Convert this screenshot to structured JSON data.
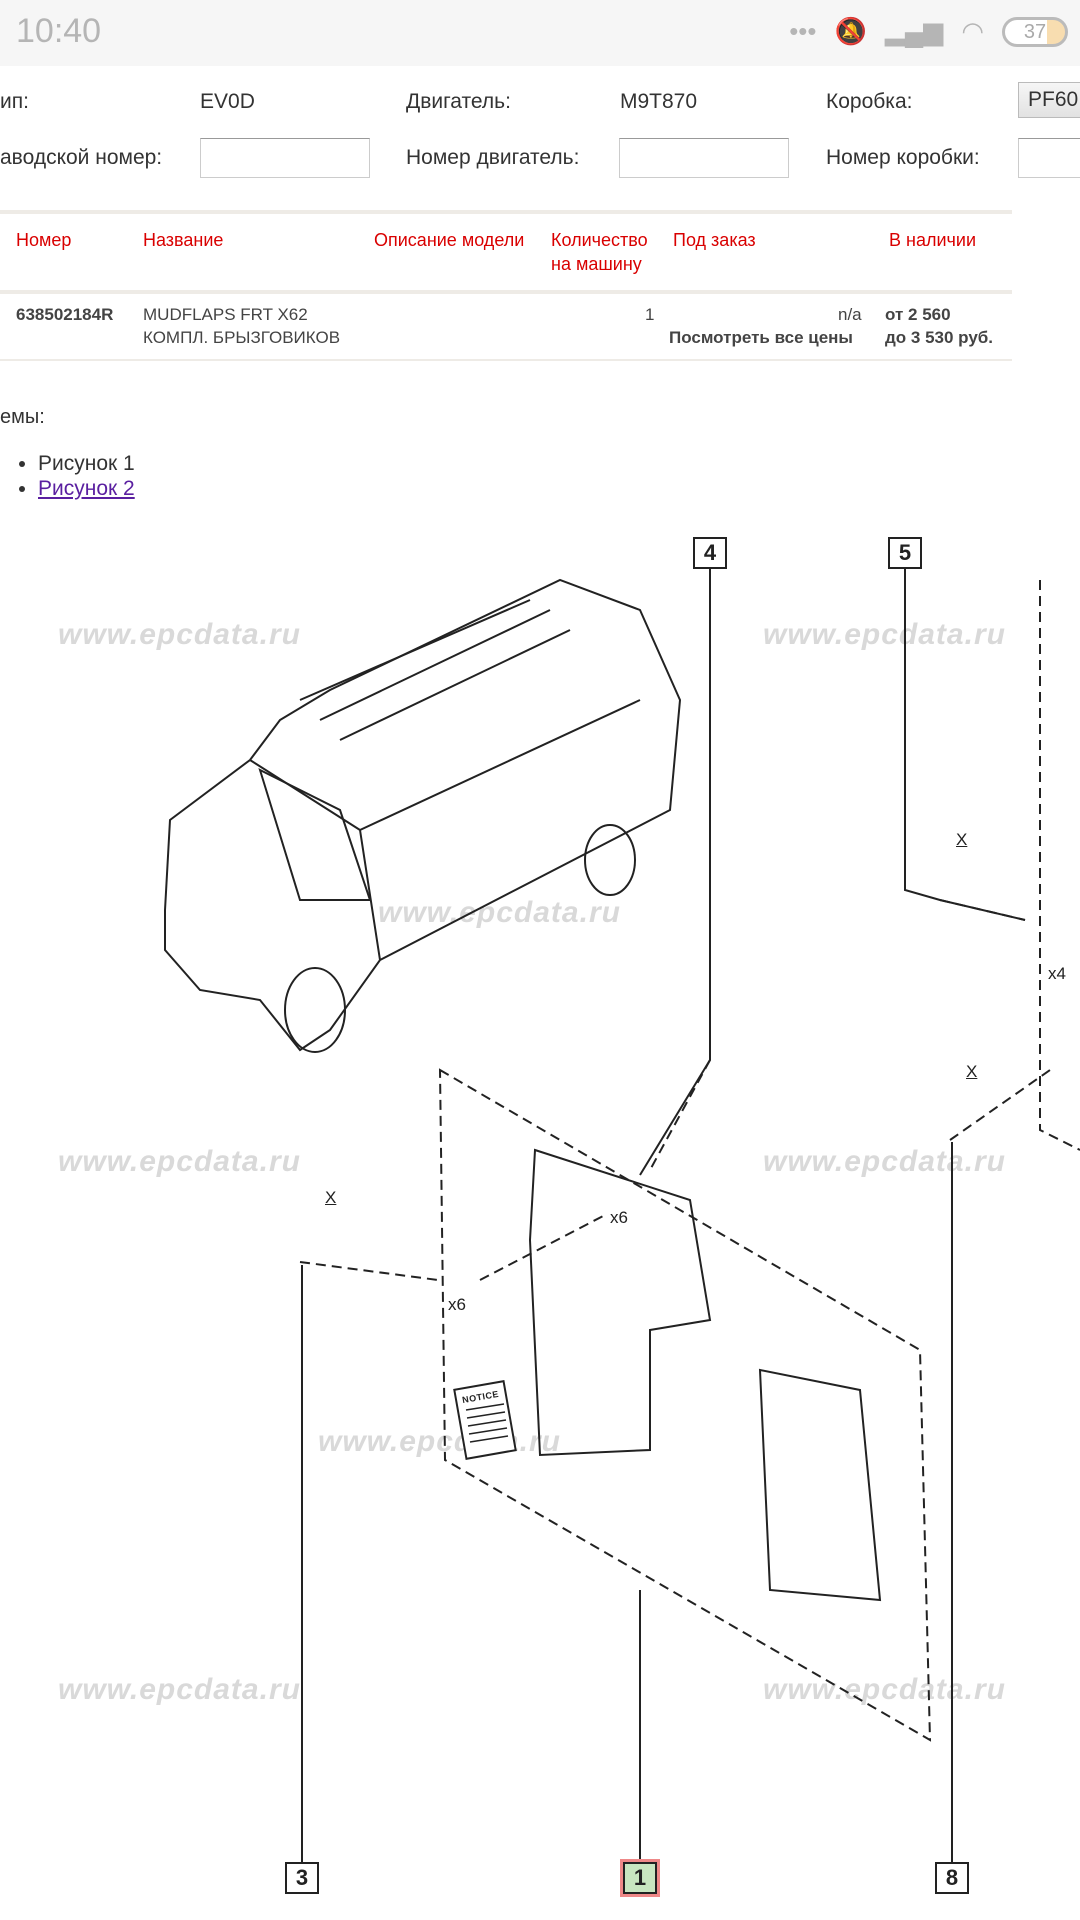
{
  "status_bar": {
    "time": "10:40",
    "battery": "37",
    "icons": [
      "more-dots-icon",
      "bell-muted-icon",
      "signal-icon",
      "wifi-icon",
      "battery-icon"
    ]
  },
  "vehicle": {
    "type_label": "ип:",
    "type_value": "EV0D",
    "engine_label": "Двигатель:",
    "engine_value": "M9T870",
    "gearbox_label": "Коробка:",
    "gearbox_value": "PF60",
    "serial_label": "аводской номер:",
    "serial_value": "",
    "engine_no_label": "Номер двигатель:",
    "engine_no_value": "",
    "gearbox_no_label": "Номер коробки:",
    "gearbox_no_value": ""
  },
  "table": {
    "headers": {
      "number": "Номер",
      "name": "Название",
      "model_desc": "Описание модели",
      "qty_1": "Количество",
      "qty_2": "на машину",
      "on_order": "Под заказ",
      "in_stock": "В наличии"
    },
    "rows": [
      {
        "number": "638502184R",
        "name_1": "MUDFLAPS FRT X62",
        "name_2": "КОМПЛ. БРЫЗГОВИКОВ",
        "model_desc": "",
        "qty": "1",
        "on_order": "n/a",
        "all_prices": "Посмотреть все цены",
        "stock_from": "от 2 560",
        "stock_to": "до 3 530 руб."
      }
    ]
  },
  "schemes": {
    "label": "емы:",
    "items": [
      "Рисунок 1",
      "Рисунок 2"
    ]
  },
  "diagram": {
    "watermark": "www.epcdata.ru",
    "callouts": [
      "4",
      "5",
      "3",
      "1",
      "8"
    ],
    "selected_callout": "1",
    "labels": {
      "x6": "x6",
      "x4": "x4",
      "x": "X",
      "notice": "NOTICE"
    },
    "highlight_color": "#c8e6c0"
  }
}
